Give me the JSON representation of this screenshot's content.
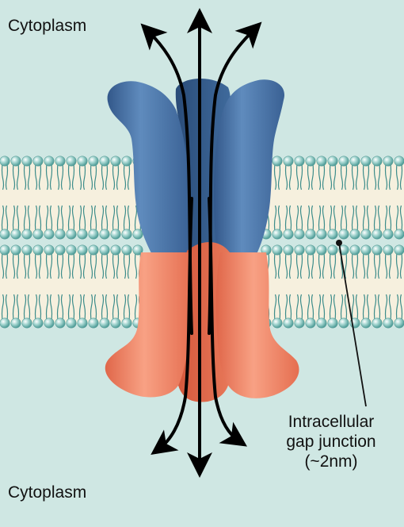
{
  "labels": {
    "cytoplasm_top": "Cytoplasm",
    "cytoplasm_bottom": "Cytoplasm",
    "gap_junction": {
      "line1": "Intracellular",
      "line2": "gap junction",
      "line3": "(~2nm)"
    }
  },
  "colors": {
    "background": "#cfe7e3",
    "upper_connexon": "#4f79a8",
    "lower_connexon": "#f28a6a",
    "lipid_head": "#8fc7c2",
    "lipid_tail": "#3c8c8a",
    "membrane_core": "#f6f0de",
    "arrows": "#000000"
  },
  "icons": {
    "flow_arrows": "arrow-icon",
    "lipid_heads": "phospholipid-icon"
  }
}
